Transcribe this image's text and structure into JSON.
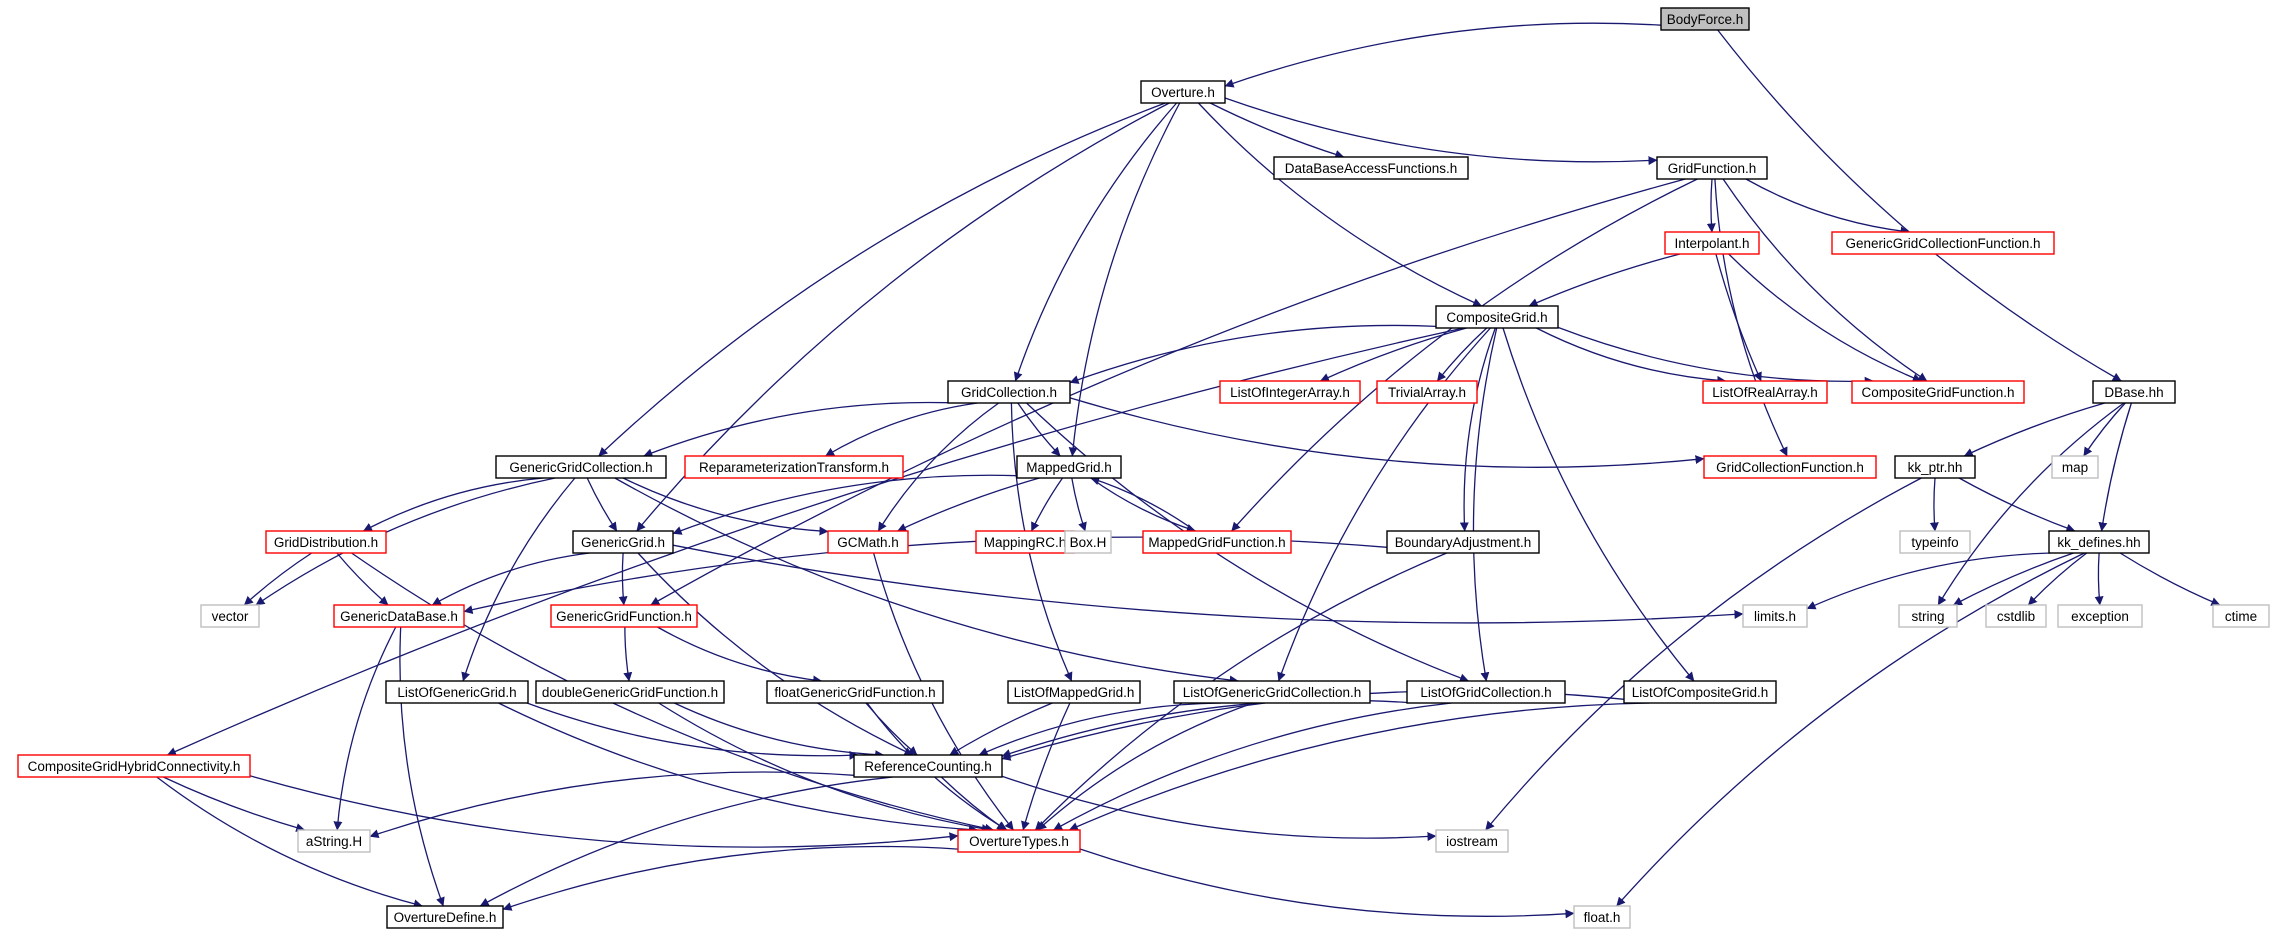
{
  "colors": {
    "edge": "#191970",
    "border_normal": "#000000",
    "border_broken": "#ff0000",
    "border_system": "#bfbfbf",
    "fill_root": "#bfbfbf",
    "fill_default": "#ffffff"
  },
  "nodes": [
    {
      "id": "BodyForce",
      "label": "BodyForce.h",
      "style": "root"
    },
    {
      "id": "Overture",
      "label": "Overture.h",
      "style": "normal"
    },
    {
      "id": "DataBaseAccessFunctions",
      "label": "DataBaseAccessFunctions.h",
      "style": "normal"
    },
    {
      "id": "GridFunction",
      "label": "GridFunction.h",
      "style": "normal"
    },
    {
      "id": "Interpolant",
      "label": "Interpolant.h",
      "style": "broken"
    },
    {
      "id": "GenericGridCollectionFunction",
      "label": "GenericGridCollectionFunction.h",
      "style": "broken"
    },
    {
      "id": "CompositeGrid",
      "label": "CompositeGrid.h",
      "style": "normal"
    },
    {
      "id": "ListOfIntegerArray",
      "label": "ListOfIntegerArray.h",
      "style": "broken"
    },
    {
      "id": "TrivialArray",
      "label": "TrivialArray.h",
      "style": "broken"
    },
    {
      "id": "ListOfRealArray",
      "label": "ListOfRealArray.h",
      "style": "broken"
    },
    {
      "id": "CompositeGridFunction",
      "label": "CompositeGridFunction.h",
      "style": "broken"
    },
    {
      "id": "DBase",
      "label": "DBase.hh",
      "style": "normal"
    },
    {
      "id": "GridCollection",
      "label": "GridCollection.h",
      "style": "normal"
    },
    {
      "id": "GenericGridCollection",
      "label": "GenericGridCollection.h",
      "style": "normal"
    },
    {
      "id": "ReparameterizationTransform",
      "label": "ReparameterizationTransform.h",
      "style": "broken"
    },
    {
      "id": "MappedGrid",
      "label": "MappedGrid.h",
      "style": "normal"
    },
    {
      "id": "GridCollectionFunction",
      "label": "GridCollectionFunction.h",
      "style": "broken"
    },
    {
      "id": "kk_ptr",
      "label": "kk_ptr.hh",
      "style": "normal"
    },
    {
      "id": "map",
      "label": "map",
      "style": "system"
    },
    {
      "id": "GridDistribution",
      "label": "GridDistribution.h",
      "style": "broken"
    },
    {
      "id": "GenericGrid",
      "label": "GenericGrid.h",
      "style": "normal"
    },
    {
      "id": "GCMath",
      "label": "GCMath.h",
      "style": "broken"
    },
    {
      "id": "MappingRC",
      "label": "MappingRC.h",
      "style": "broken"
    },
    {
      "id": "BoxH",
      "label": "Box.H",
      "style": "system"
    },
    {
      "id": "MappedGridFunction",
      "label": "MappedGridFunction.h",
      "style": "broken"
    },
    {
      "id": "BoundaryAdjustment",
      "label": "BoundaryAdjustment.h",
      "style": "normal"
    },
    {
      "id": "typeinfo",
      "label": "typeinfo",
      "style": "system"
    },
    {
      "id": "kk_defines",
      "label": "kk_defines.hh",
      "style": "normal"
    },
    {
      "id": "vector",
      "label": "vector",
      "style": "system"
    },
    {
      "id": "GenericDataBase",
      "label": "GenericDataBase.h",
      "style": "broken"
    },
    {
      "id": "GenericGridFunction",
      "label": "GenericGridFunction.h",
      "style": "broken"
    },
    {
      "id": "limits",
      "label": "limits.h",
      "style": "system"
    },
    {
      "id": "string",
      "label": "string",
      "style": "system"
    },
    {
      "id": "cstdlib",
      "label": "cstdlib",
      "style": "system"
    },
    {
      "id": "exception",
      "label": "exception",
      "style": "system"
    },
    {
      "id": "ctime",
      "label": "ctime",
      "style": "system"
    },
    {
      "id": "ListOfGenericGrid",
      "label": "ListOfGenericGrid.h",
      "style": "normal"
    },
    {
      "id": "doubleGenericGridFunction",
      "label": "doubleGenericGridFunction.h",
      "style": "normal"
    },
    {
      "id": "floatGenericGridFunction",
      "label": "floatGenericGridFunction.h",
      "style": "normal"
    },
    {
      "id": "ListOfMappedGrid",
      "label": "ListOfMappedGrid.h",
      "style": "normal"
    },
    {
      "id": "ListOfGenericGridCollection",
      "label": "ListOfGenericGridCollection.h",
      "style": "normal"
    },
    {
      "id": "ListOfGridCollection",
      "label": "ListOfGridCollection.h",
      "style": "normal"
    },
    {
      "id": "ListOfCompositeGrid",
      "label": "ListOfCompositeGrid.h",
      "style": "normal"
    },
    {
      "id": "CompositeGridHybridConnectivity",
      "label": "CompositeGridHybridConnectivity.h",
      "style": "broken"
    },
    {
      "id": "ReferenceCounting",
      "label": "ReferenceCounting.h",
      "style": "normal"
    },
    {
      "id": "aString",
      "label": "aString.H",
      "style": "system"
    },
    {
      "id": "OvertureTypes",
      "label": "OvertureTypes.h",
      "style": "broken"
    },
    {
      "id": "iostream",
      "label": "iostream",
      "style": "system"
    },
    {
      "id": "OvertureDefine",
      "label": "OvertureDefine.h",
      "style": "normal"
    },
    {
      "id": "float",
      "label": "float.h",
      "style": "system"
    }
  ],
  "edges": [
    {
      "from": "BodyForce",
      "to": "Overture"
    },
    {
      "from": "BodyForce",
      "to": "DBase"
    },
    {
      "from": "Overture",
      "to": "DataBaseAccessFunctions"
    },
    {
      "from": "Overture",
      "to": "GridFunction"
    },
    {
      "from": "Overture",
      "to": "CompositeGrid"
    },
    {
      "from": "Overture",
      "to": "GridCollection"
    },
    {
      "from": "Overture",
      "to": "MappedGrid"
    },
    {
      "from": "Overture",
      "to": "GenericGridCollection"
    },
    {
      "from": "Overture",
      "to": "GenericGrid"
    },
    {
      "from": "GridFunction",
      "to": "Interpolant"
    },
    {
      "from": "GridFunction",
      "to": "GenericGridCollectionFunction"
    },
    {
      "from": "GridFunction",
      "to": "CompositeGridFunction"
    },
    {
      "from": "GridFunction",
      "to": "GridCollectionFunction"
    },
    {
      "from": "GridFunction",
      "to": "MappedGridFunction"
    },
    {
      "from": "GridFunction",
      "to": "GenericGridFunction"
    },
    {
      "from": "Interpolant",
      "to": "CompositeGrid"
    },
    {
      "from": "Interpolant",
      "to": "ListOfRealArray"
    },
    {
      "from": "Interpolant",
      "to": "CompositeGridFunction"
    },
    {
      "from": "CompositeGrid",
      "to": "ListOfIntegerArray"
    },
    {
      "from": "CompositeGrid",
      "to": "TrivialArray"
    },
    {
      "from": "CompositeGrid",
      "to": "ListOfRealArray"
    },
    {
      "from": "CompositeGrid",
      "to": "CompositeGridFunction"
    },
    {
      "from": "CompositeGrid",
      "to": "GridCollection"
    },
    {
      "from": "CompositeGrid",
      "to": "BoundaryAdjustment"
    },
    {
      "from": "CompositeGrid",
      "to": "ListOfGridCollection"
    },
    {
      "from": "CompositeGrid",
      "to": "ListOfCompositeGrid"
    },
    {
      "from": "CompositeGrid",
      "to": "ListOfGenericGridCollection"
    },
    {
      "from": "CompositeGrid",
      "to": "CompositeGridHybridConnectivity"
    },
    {
      "from": "GridCollection",
      "to": "GenericGridCollection"
    },
    {
      "from": "GridCollection",
      "to": "ReparameterizationTransform"
    },
    {
      "from": "GridCollection",
      "to": "MappedGrid"
    },
    {
      "from": "GridCollection",
      "to": "GridCollectionFunction"
    },
    {
      "from": "GridCollection",
      "to": "GCMath"
    },
    {
      "from": "GridCollection",
      "to": "ListOfGridCollection"
    },
    {
      "from": "GridCollection",
      "to": "ListOfMappedGrid"
    },
    {
      "from": "GenericGridCollection",
      "to": "GridDistribution"
    },
    {
      "from": "GenericGridCollection",
      "to": "GenericGrid"
    },
    {
      "from": "GenericGridCollection",
      "to": "vector"
    },
    {
      "from": "GenericGridCollection",
      "to": "GCMath"
    },
    {
      "from": "GenericGridCollection",
      "to": "ListOfGenericGrid"
    },
    {
      "from": "GenericGridCollection",
      "to": "ListOfGenericGridCollection"
    },
    {
      "from": "MappedGrid",
      "to": "GenericGrid"
    },
    {
      "from": "MappedGrid",
      "to": "GCMath"
    },
    {
      "from": "MappedGrid",
      "to": "MappingRC"
    },
    {
      "from": "MappedGrid",
      "to": "BoxH"
    },
    {
      "from": "MappedGrid",
      "to": "MappedGridFunction"
    },
    {
      "from": "MappedGridFunction",
      "to": "MappedGrid"
    },
    {
      "from": "DBase",
      "to": "kk_ptr"
    },
    {
      "from": "DBase",
      "to": "map"
    },
    {
      "from": "DBase",
      "to": "kk_defines"
    },
    {
      "from": "DBase",
      "to": "string"
    },
    {
      "from": "kk_ptr",
      "to": "typeinfo"
    },
    {
      "from": "kk_ptr",
      "to": "kk_defines"
    },
    {
      "from": "kk_ptr",
      "to": "iostream"
    },
    {
      "from": "kk_defines",
      "to": "limits"
    },
    {
      "from": "kk_defines",
      "to": "string"
    },
    {
      "from": "kk_defines",
      "to": "cstdlib"
    },
    {
      "from": "kk_defines",
      "to": "exception"
    },
    {
      "from": "kk_defines",
      "to": "ctime"
    },
    {
      "from": "kk_defines",
      "to": "float"
    },
    {
      "from": "GridDistribution",
      "to": "vector"
    },
    {
      "from": "GridDistribution",
      "to": "GenericDataBase"
    },
    {
      "from": "GridDistribution",
      "to": "OvertureTypes"
    },
    {
      "from": "GenericGrid",
      "to": "GenericDataBase"
    },
    {
      "from": "GenericGrid",
      "to": "GenericGridFunction"
    },
    {
      "from": "GenericGrid",
      "to": "limits"
    },
    {
      "from": "GenericGrid",
      "to": "ReferenceCounting"
    },
    {
      "from": "GCMath",
      "to": "OvertureTypes"
    },
    {
      "from": "BoundaryAdjustment",
      "to": "GenericDataBase"
    },
    {
      "from": "BoundaryAdjustment",
      "to": "OvertureTypes"
    },
    {
      "from": "GenericDataBase",
      "to": "aString"
    },
    {
      "from": "GenericDataBase",
      "to": "OvertureDefine"
    },
    {
      "from": "GenericGridFunction",
      "to": "doubleGenericGridFunction"
    },
    {
      "from": "GenericGridFunction",
      "to": "floatGenericGridFunction"
    },
    {
      "from": "ListOfGenericGrid",
      "to": "ReferenceCounting"
    },
    {
      "from": "ListOfGenericGrid",
      "to": "OvertureTypes"
    },
    {
      "from": "doubleGenericGridFunction",
      "to": "ReferenceCounting"
    },
    {
      "from": "doubleGenericGridFunction",
      "to": "OvertureTypes"
    },
    {
      "from": "floatGenericGridFunction",
      "to": "ReferenceCounting"
    },
    {
      "from": "floatGenericGridFunction",
      "to": "OvertureTypes"
    },
    {
      "from": "ListOfMappedGrid",
      "to": "ReferenceCounting"
    },
    {
      "from": "ListOfMappedGrid",
      "to": "OvertureTypes"
    },
    {
      "from": "ListOfGenericGridCollection",
      "to": "ReferenceCounting"
    },
    {
      "from": "ListOfGenericGridCollection",
      "to": "OvertureTypes"
    },
    {
      "from": "ListOfGridCollection",
      "to": "ReferenceCounting"
    },
    {
      "from": "ListOfGridCollection",
      "to": "OvertureTypes"
    },
    {
      "from": "ListOfCompositeGrid",
      "to": "ReferenceCounting"
    },
    {
      "from": "ListOfCompositeGrid",
      "to": "OvertureTypes"
    },
    {
      "from": "CompositeGridHybridConnectivity",
      "to": "aString"
    },
    {
      "from": "CompositeGridHybridConnectivity",
      "to": "OvertureTypes"
    },
    {
      "from": "CompositeGridHybridConnectivity",
      "to": "OvertureDefine"
    },
    {
      "from": "ReferenceCounting",
      "to": "aString"
    },
    {
      "from": "ReferenceCounting",
      "to": "OvertureTypes"
    },
    {
      "from": "ReferenceCounting",
      "to": "iostream"
    },
    {
      "from": "ReferenceCounting",
      "to": "OvertureDefine"
    },
    {
      "from": "OvertureTypes",
      "to": "OvertureDefine"
    },
    {
      "from": "OvertureTypes",
      "to": "float"
    }
  ]
}
